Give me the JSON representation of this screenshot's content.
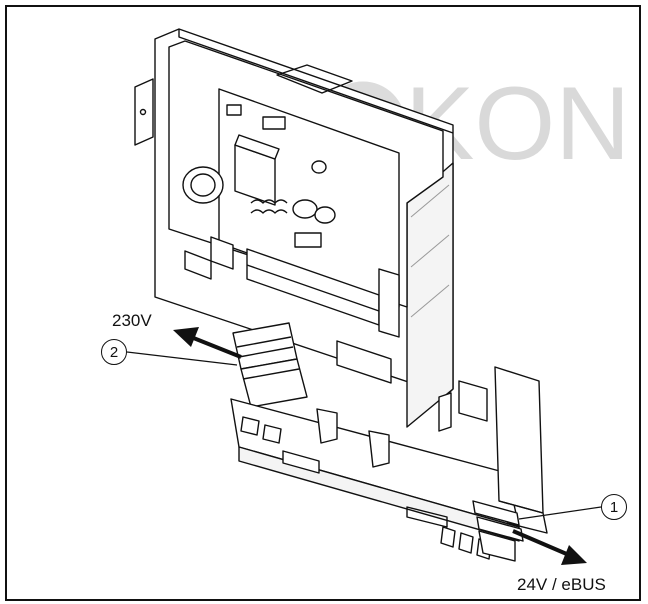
{
  "watermark": {
    "text": "KON",
    "color": "#d9d9d9"
  },
  "labels": {
    "mains_voltage": "230V",
    "low_voltage": "24V / eBUS"
  },
  "callouts": {
    "one": "1",
    "two": "2"
  },
  "colors": {
    "line": "#111111",
    "shade": "#9a9a9a",
    "background": "#ffffff"
  }
}
